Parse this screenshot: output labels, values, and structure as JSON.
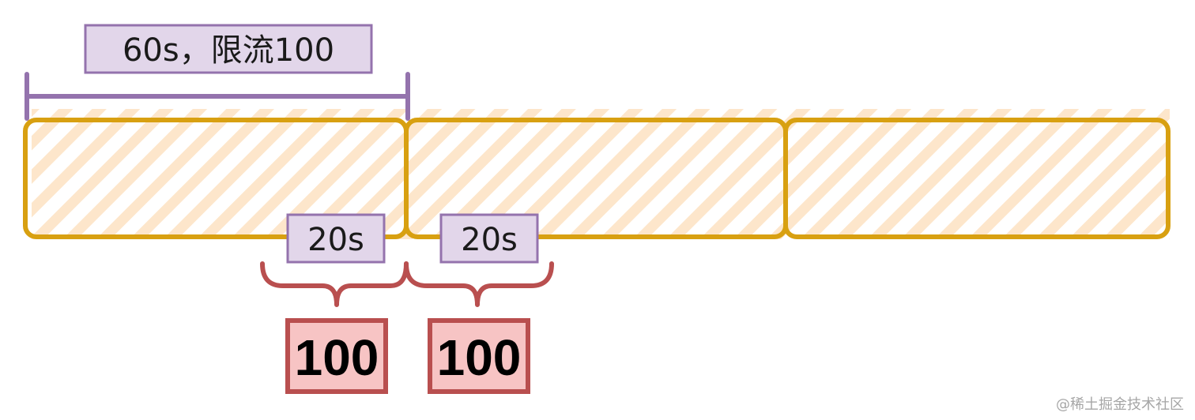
{
  "window_label": "60s，限流100",
  "sub_windows": [
    {
      "duration": "20s",
      "count": "100"
    },
    {
      "duration": "20s",
      "count": "100"
    }
  ],
  "colors": {
    "window_stroke": "#d8a011",
    "window_hatch": "#fde2c2",
    "bracket_purple": "#9473ad",
    "label_fill": "#e2d6ea",
    "label_stroke": "#9473ad",
    "brace_red": "#b94f4f",
    "count_fill": "#f7c4c4",
    "count_stroke": "#b94f4f"
  },
  "watermark": "@稀土掘金技术社区"
}
